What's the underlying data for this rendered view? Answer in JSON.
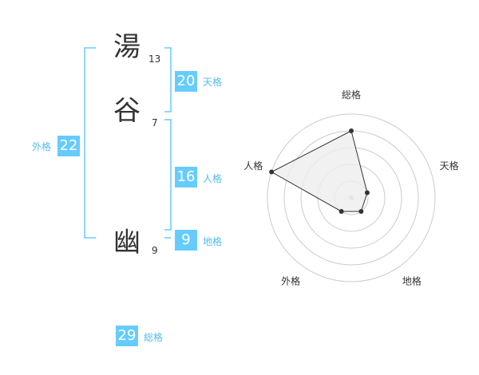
{
  "name": {
    "chars": [
      {
        "char": "湯",
        "strokes": "13"
      },
      {
        "char": "谷",
        "strokes": "7"
      },
      {
        "char": "幽",
        "strokes": "9"
      }
    ]
  },
  "kaku": {
    "tenkaku": {
      "value": "20",
      "label": "天格"
    },
    "jinkaku": {
      "value": "16",
      "label": "人格"
    },
    "chikaku": {
      "value": "9",
      "label": "地格"
    },
    "gaikaku": {
      "value": "22",
      "label": "外格"
    },
    "soukaku": {
      "value": "29",
      "label": "総格"
    }
  },
  "chart_data": {
    "type": "radar",
    "axes": [
      "総格",
      "天格",
      "地格",
      "外格",
      "人格"
    ],
    "values": [
      4,
      1,
      1,
      1,
      5
    ],
    "max": 5,
    "rings": 5
  },
  "colors": {
    "accent": "#66ccff",
    "bracket": "#66ccff",
    "radar_line": "#333333",
    "radar_fill": "#eeeeee",
    "ring": "#cccccc"
  }
}
